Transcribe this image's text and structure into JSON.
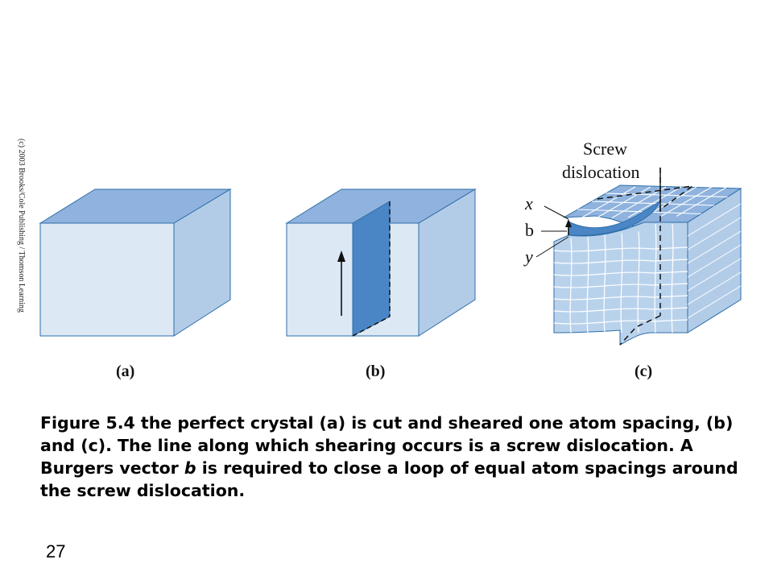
{
  "figure": {
    "copyright": "(c) 2003 Brooks/Cole Publishing / Thomson Learning",
    "panels": [
      {
        "label": "(a)"
      },
      {
        "label": "(b)"
      },
      {
        "label": "(c)"
      }
    ],
    "annotations": {
      "screw_line1": "Screw",
      "screw_line2": "dislocation",
      "x": "x",
      "b": "b",
      "y": "y"
    },
    "colors": {
      "front_face": "#dce8f4",
      "top_face": "#8fb3de",
      "side_face": "#b2cce8",
      "cut_plane": "#4a86c5",
      "edge": "#2e6ea8"
    }
  },
  "caption": {
    "prefix": "Figure 5.4  the perfect crystal (a) is cut and sheared one atom spacing, (b) and (c).  The line along which shearing occurs is a screw dislocation.  A Burgers vector ",
    "italic": "b",
    "suffix": " is required to close a loop of equal atom spacings around the screw dislocation."
  },
  "page_number": "27"
}
